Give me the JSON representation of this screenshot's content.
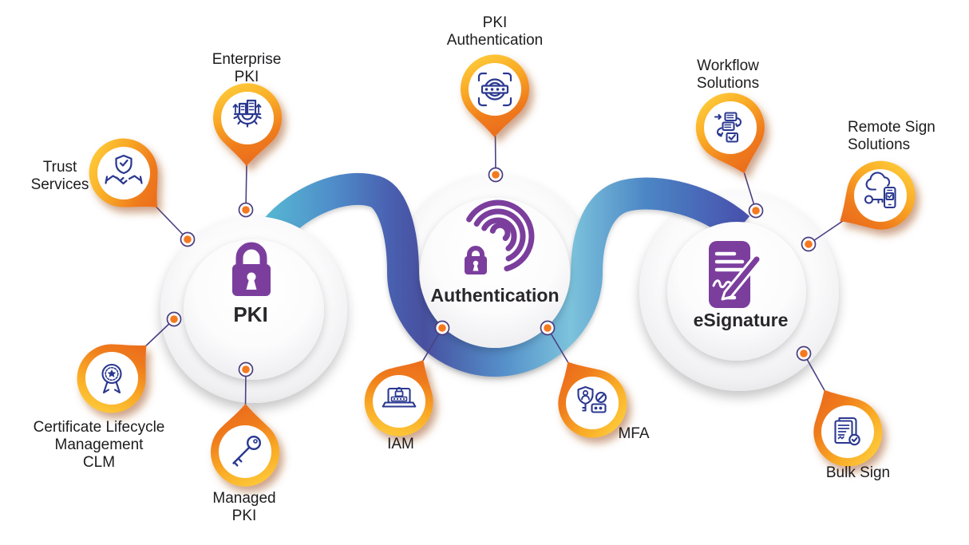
{
  "diagram": {
    "hubs": [
      {
        "id": "pki",
        "label": "PKI",
        "icon": "padlock-icon"
      },
      {
        "id": "authentication",
        "label": "Authentication",
        "icon": "fingerprint-lock-icon"
      },
      {
        "id": "esignature",
        "label": "eSignature",
        "icon": "document-signature-icon"
      }
    ],
    "satellites": [
      {
        "id": "trust-services",
        "label": "Trust\nServices",
        "icon": "shield-handshake-icon",
        "connects_to": "pki"
      },
      {
        "id": "enterprise-pki",
        "label": "Enterprise\nPKI",
        "icon": "building-gear-icon",
        "connects_to": "pki"
      },
      {
        "id": "pki-authentication",
        "label": "PKI\nAuthentication",
        "icon": "fingerprint-scan-icon",
        "connects_to": "authentication"
      },
      {
        "id": "workflow-solutions",
        "label": "Workflow\nSolutions",
        "icon": "flowchart-icon",
        "connects_to": "esignature"
      },
      {
        "id": "remote-sign-solutions",
        "label": "Remote Sign\nSolutions",
        "icon": "cloud-phone-key-icon",
        "connects_to": "esignature"
      },
      {
        "id": "certificate-lifecycle-management",
        "label": "Certificate Lifecycle\nManagement\nCLM",
        "icon": "certificate-badge-icon",
        "connects_to": "pki"
      },
      {
        "id": "managed-pki",
        "label": "Managed\nPKI",
        "icon": "key-icon",
        "connects_to": "pki"
      },
      {
        "id": "iam",
        "label": "IAM",
        "icon": "laptop-lock-icon",
        "connects_to": "authentication"
      },
      {
        "id": "mfa",
        "label": "MFA",
        "icon": "shield-key-otp-icon",
        "connects_to": "authentication"
      },
      {
        "id": "bulk-sign",
        "label": "Bulk Sign",
        "icon": "documents-check-icon",
        "connects_to": "esignature"
      }
    ]
  },
  "colors": {
    "bubble_gradient_top": "#ffd23e",
    "bubble_gradient_bottom": "#ec6f1a",
    "bubble_shadow": "#9c4a10",
    "bubble_icon_navy": "#2b3990",
    "hub_icon_purple": "#7b3e9d",
    "connector_purple": "#4c4084",
    "dot_orange": "#f4791f",
    "ribbon_teal": "#62b8d9",
    "ribbon_blue": "#4f86c5",
    "ribbon_indigo": "#47509f",
    "label_text": "#1d1c1e"
  }
}
